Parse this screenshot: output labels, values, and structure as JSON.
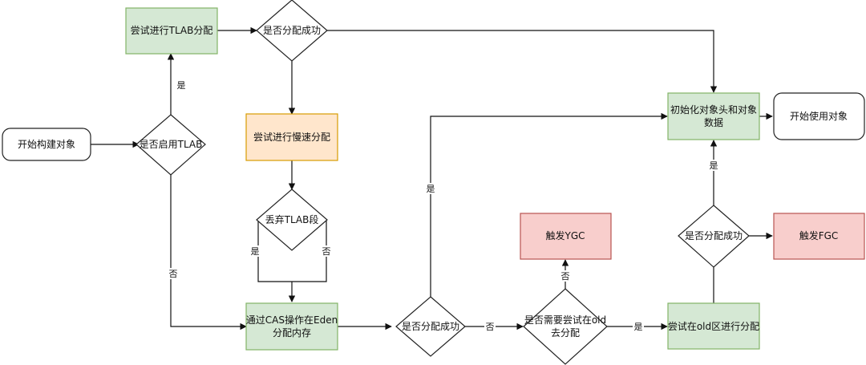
{
  "diagram": {
    "nodes": {
      "start": "开始构建对象",
      "tlab_enabled": "是否启用TLAB",
      "try_tlab": "尝试进行TLAB分配",
      "tlab_success": "是否分配成功",
      "slow_alloc": "尝试进行慢速分配",
      "discard_tlab": "丢弃TLAB段",
      "cas_eden_line1": "通过CAS操作在Eden",
      "cas_eden_line2": "分配内存",
      "eden_success": "是否分配成功",
      "need_old_line1": "是否需要尝试在old",
      "need_old_line2": "去分配",
      "trigger_ygc": "触发YGC",
      "old_alloc": "尝试在old区进行分配",
      "old_success": "是否分配成功",
      "trigger_fgc": "触发FGC",
      "init_line1": "初始化对象头和对象",
      "init_line2": "数据",
      "use_object": "开始使用对象"
    },
    "edge_labels": {
      "tlab_yes": "是",
      "tlab_no": "否",
      "discard_yes": "是",
      "discard_no": "否",
      "eden_yes": "是",
      "eden_no": "否",
      "ygc_no": "否",
      "old_yes": "是",
      "old_success_yes": "是"
    }
  }
}
